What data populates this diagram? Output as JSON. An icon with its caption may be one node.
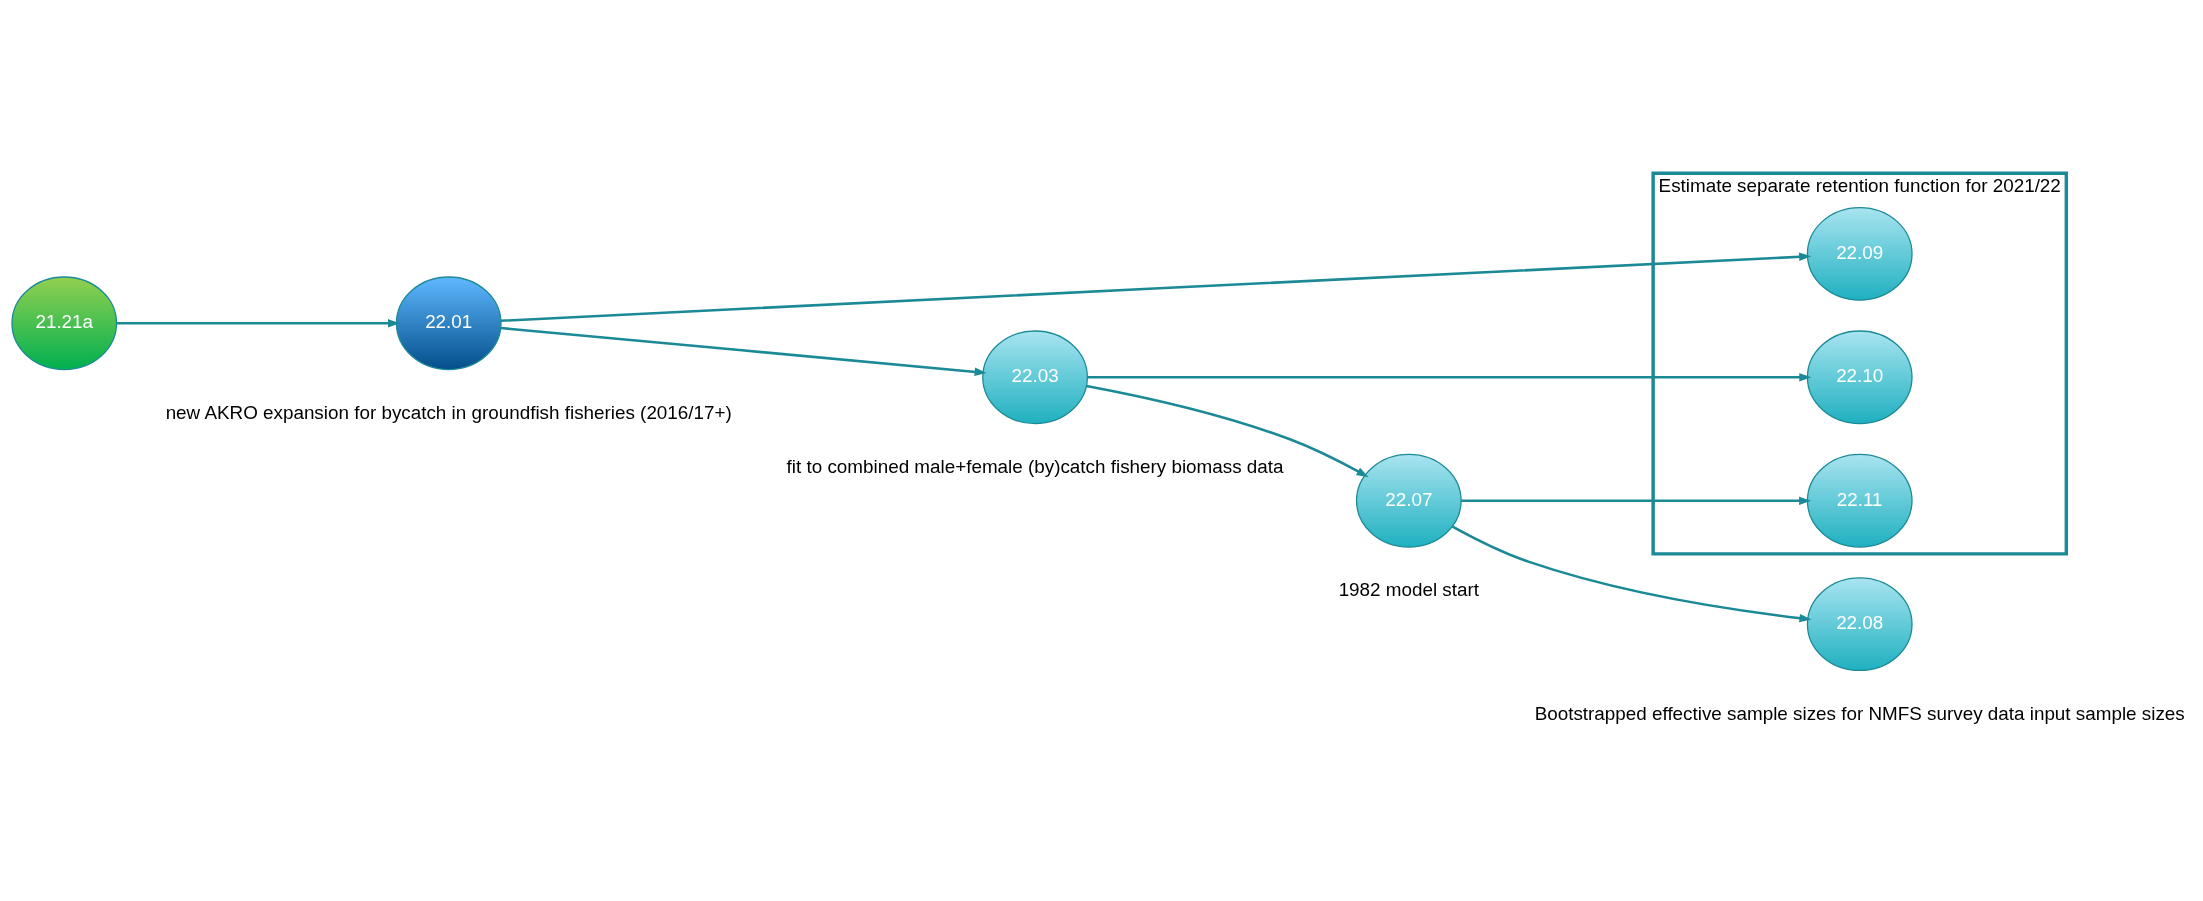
{
  "diagram": {
    "nodes": [
      {
        "text": [
          "Estimate separate retention function for 2021/22"
        ]
      },
      {
        "text": [
          "22.09"
        ],
        "in": 0
      },
      {
        "text": [
          "22.10"
        ],
        "in": 0
      },
      {
        "text": [
          "22.11"
        ],
        "in": 0
      },
      {
        "text": [
          "21.21a"
        ]
      },
      {
        "text": [
          "22.01"
        ]
      },
      {
        "text": [
          "22.03"
        ]
      },
      {
        "text": [
          "22.07"
        ]
      },
      {
        "text": [
          "22.08"
        ]
      }
    ],
    "edges": [
      {
        "from": 4,
        "to": 5,
        "arrow": "to"
      },
      {
        "from": 5,
        "to": 6,
        "arrow": "to"
      },
      {
        "from": 6,
        "to": 7,
        "arrow": "to"
      },
      {
        "from": 7,
        "to": 8,
        "arrow": "to"
      },
      {
        "from": 5,
        "to": 1,
        "arrow": "to"
      },
      {
        "from": 6,
        "to": 2,
        "arrow": "to"
      },
      {
        "from": 7,
        "to": 3,
        "arrow": "to"
      }
    ],
    "labels": [
      "new AKRO expansion for bycatch in groundfish fisheries (2016/17+)",
      "fit to combined male+female (by)catch fishery biomass data",
      "1982 model start",
      "Bootstrapped effective sample sizes for NMFS survey data input sample sizes"
    ]
  }
}
